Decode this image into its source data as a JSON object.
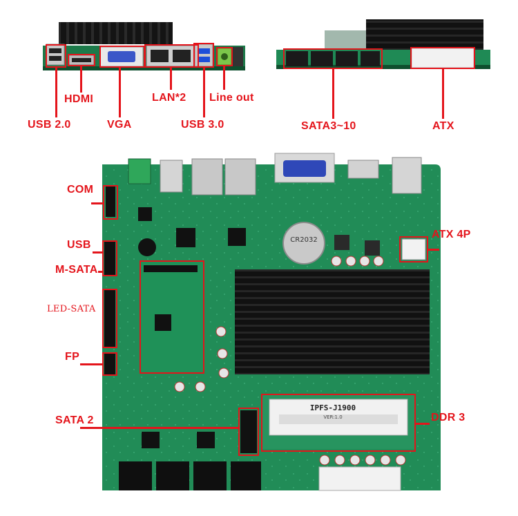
{
  "top_rear_io_labels": {
    "usb20": "USB 2.0",
    "hdmi": "HDMI",
    "vga": "VGA",
    "lan": "LAN*2",
    "usb30": "USB 3.0",
    "line_out": "Line out"
  },
  "top_side_labels": {
    "sata3_10": "SATA3~10",
    "atx": "ATX"
  },
  "board_left_labels": {
    "com": "COM",
    "usb": "USB",
    "msata": "M-SATA",
    "led_sata": "LED-SATA",
    "fp": "FP",
    "sata2": "SATA 2"
  },
  "board_right_labels": {
    "atx4p": "ATX 4P",
    "ddr3": "DDR 3"
  },
  "board_silkscreen": {
    "model": "IPFS-J1900",
    "version": "VER:1.0",
    "battery": "CR2032"
  },
  "colors": {
    "accent": "#e4141b",
    "pcb": "#1f8a55",
    "heatsink": "#111111"
  }
}
